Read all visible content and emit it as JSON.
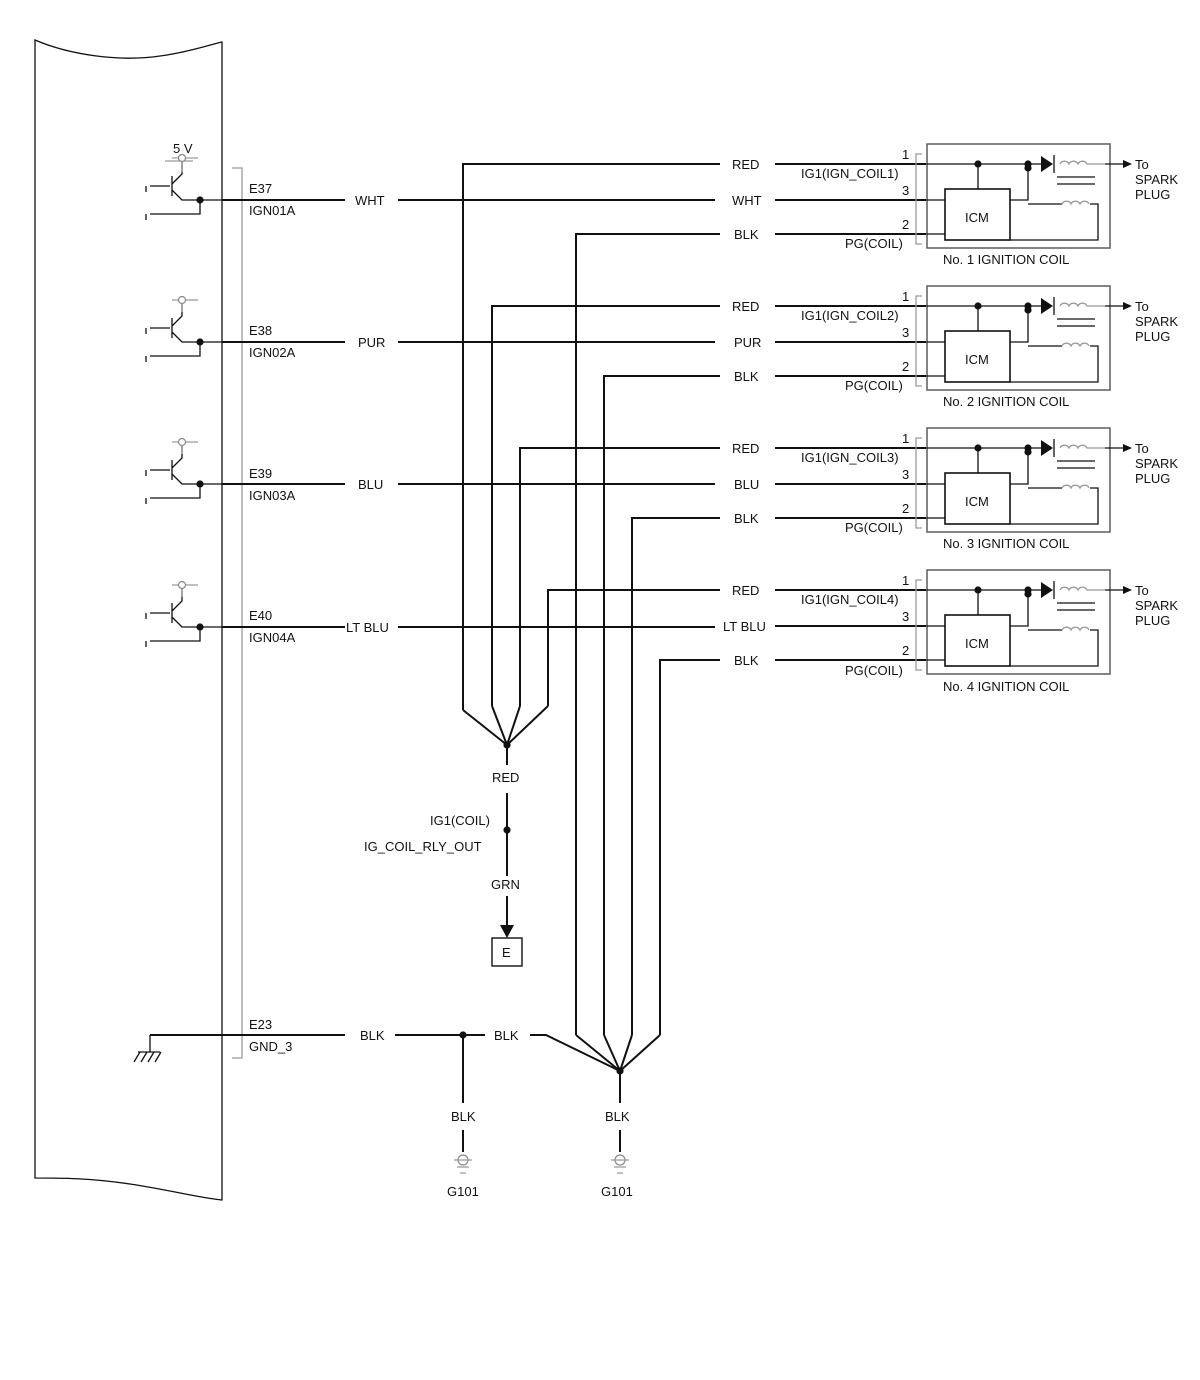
{
  "ecm": {
    "supply_label": "5 V",
    "pins": [
      {
        "pin": "E37",
        "signal": "IGN01A",
        "wire_color": "WHT"
      },
      {
        "pin": "E38",
        "signal": "IGN02A",
        "wire_color": "PUR"
      },
      {
        "pin": "E39",
        "signal": "IGN03A",
        "wire_color": "BLU"
      },
      {
        "pin": "E40",
        "signal": "IGN04A",
        "wire_color": "LT BLU"
      }
    ],
    "ground_pin": {
      "pin": "E23",
      "signal": "GND_3",
      "wire_color": "BLK"
    }
  },
  "coils": [
    {
      "name": "No. 1 IGNITION COIL",
      "supply_color": "RED",
      "supply_pin": "1",
      "supply_label": "IG1(IGN_COIL1)",
      "signal_color": "WHT",
      "signal_pin": "3",
      "ground_color": "BLK",
      "ground_pin": "2",
      "ground_label": "PG(COIL)",
      "module": "ICM",
      "output": [
        "To",
        "SPARK",
        "PLUG"
      ]
    },
    {
      "name": "No. 2 IGNITION COIL",
      "supply_color": "RED",
      "supply_pin": "1",
      "supply_label": "IG1(IGN_COIL2)",
      "signal_color": "PUR",
      "signal_pin": "3",
      "ground_color": "BLK",
      "ground_pin": "2",
      "ground_label": "PG(COIL)",
      "module": "ICM",
      "output": [
        "To",
        "SPARK",
        "PLUG"
      ]
    },
    {
      "name": "No. 3 IGNITION COIL",
      "supply_color": "RED",
      "supply_pin": "1",
      "supply_label": "IG1(IGN_COIL3)",
      "signal_color": "BLU",
      "signal_pin": "3",
      "ground_color": "BLK",
      "ground_pin": "2",
      "ground_label": "PG(COIL)",
      "module": "ICM",
      "output": [
        "To",
        "SPARK",
        "PLUG"
      ]
    },
    {
      "name": "No. 4 IGNITION COIL",
      "supply_color": "RED",
      "supply_pin": "1",
      "supply_label": "IG1(IGN_COIL4)",
      "signal_color": "LT BLU",
      "signal_pin": "3",
      "ground_color": "BLK",
      "ground_pin": "2",
      "ground_label": "PG(COIL)",
      "module": "ICM",
      "output": [
        "To",
        "SPARK",
        "PLUG"
      ]
    }
  ],
  "power_feed": {
    "splice_color": "RED",
    "label_1": "IG1(COIL)",
    "label_2": "IG_COIL_RLY_OUT",
    "color_after": "GRN",
    "connector": "E"
  },
  "grounds": {
    "ecm_branch_color": "BLK",
    "ecm_branch_down_color": "BLK",
    "ecm_branch_ground": "G101",
    "coil_splice_in_color": "BLK",
    "coil_splice_down_color": "BLK",
    "coil_splice_ground": "G101"
  }
}
